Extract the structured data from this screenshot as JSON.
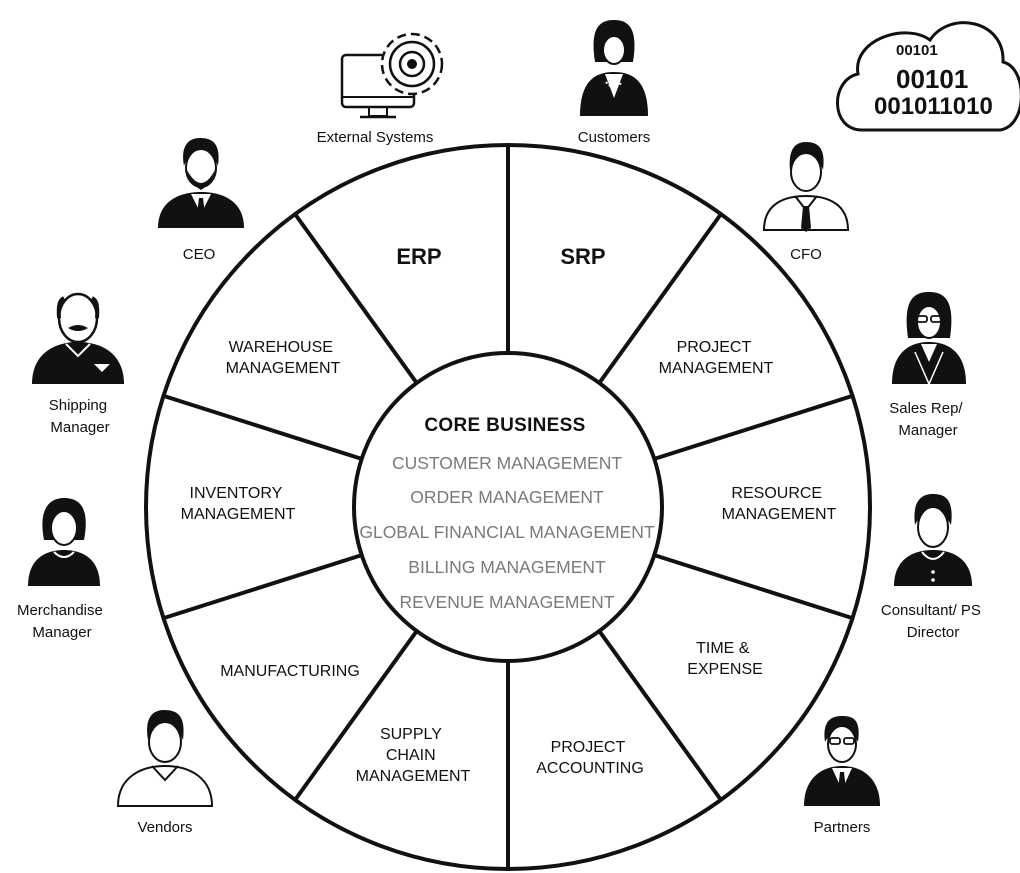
{
  "diagram": {
    "segments": {
      "erp": "ERP",
      "srp": "SRP",
      "project_management": [
        "PROJECT",
        "MANAGEMENT"
      ],
      "resource_management": [
        "RESOURCE",
        "MANAGEMENT"
      ],
      "time_expense": [
        "TIME &",
        "EXPENSE"
      ],
      "project_accounting": [
        "PROJECT",
        "ACCOUNTING"
      ],
      "supply_chain": [
        "SUPPLY",
        "CHAIN",
        "MANAGEMENT"
      ],
      "manufacturing": [
        "MANUFACTURING"
      ],
      "inventory_management": [
        "INVENTORY",
        "MANAGEMENT"
      ],
      "warehouse_management": [
        "WAREHOUSE",
        "MANAGEMENT"
      ]
    },
    "core": {
      "title": "CORE BUSINESS",
      "items": [
        "CUSTOMER MANAGEMENT",
        "ORDER MANAGEMENT",
        "GLOBAL FINANCIAL MANAGEMENT",
        "BILLING MANAGEMENT",
        "REVENUE MANAGEMENT"
      ]
    },
    "actors": {
      "external_systems": [
        "External Systems"
      ],
      "customers": [
        "Customers"
      ],
      "cfo": [
        "CFO"
      ],
      "sales_rep": [
        "Sales Rep/",
        "Manager"
      ],
      "consultant": [
        "Consultant/ PS",
        "Director"
      ],
      "partners": [
        "Partners"
      ],
      "vendors": [
        "Vendors"
      ],
      "merchandise_manager": [
        "Merchandise",
        "Manager"
      ],
      "shipping_manager": [
        "Shipping",
        "Manager"
      ],
      "ceo": [
        "CEO"
      ]
    },
    "cloud": [
      "00101",
      "00101",
      "001011010"
    ]
  }
}
